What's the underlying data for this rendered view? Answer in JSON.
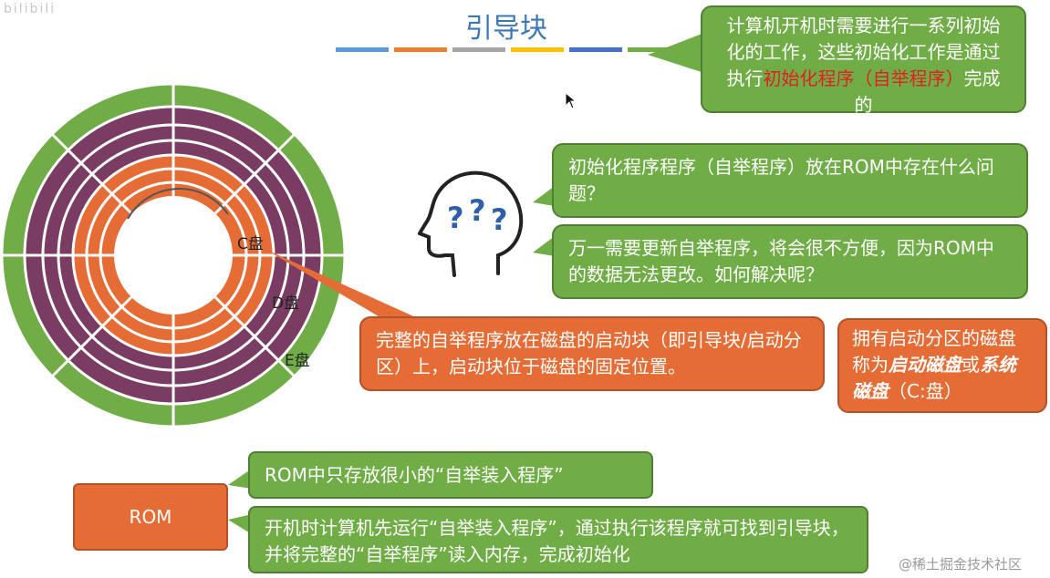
{
  "header": {
    "title": "引导块",
    "corner_mark": "bilibili",
    "color_bar": [
      "#5b9bd5",
      "#ed7d31",
      "#a5a5a5",
      "#ffc000",
      "#4472c4",
      "#70ad47"
    ]
  },
  "bubbles": {
    "intro": {
      "p1": "计算机开机时需要进行一系列初始化的工作，这些初始化工作是通过执行",
      "highlight": "初始化程序（自举程序）",
      "p2": "完成的"
    },
    "question1": "初始化程序程序（自举程序）放在ROM中存在什么问题？",
    "question2": "万一需要更新自举程序，将会很不方便，因为ROM中的数据无法更改。如何解决呢？",
    "boot_block": "完整的自举程序放在磁盘的启动块（即引导块/启动分区）上，启动块位于磁盘的固定位置。",
    "boot_disk": {
      "p1": "拥有启动分区的磁盘称为",
      "em1": "启动磁盘",
      "mid": "或",
      "em2": "系统磁盘",
      "p2": "（C:盘）"
    },
    "rom_small": "ROM中只存放很小的“自举装入程序”",
    "rom_boot": "开机时计算机先运行“自举装入程序”，通过执行该程序就可找到引导块，并将完整的“自举程序”读入内存，完成初始化"
  },
  "rom_box": {
    "label": "ROM"
  },
  "disk": {
    "c_label": "C盘",
    "d_label": "D盘",
    "e_label": "E盘"
  },
  "watermark": "@稀土掘金技术社区",
  "icons": {
    "thinking_head": "head-question-icon",
    "cursor": "mouse-cursor-icon"
  },
  "colors": {
    "green": "#70ad47",
    "orange": "#e56c35",
    "purple": "#7b3c63",
    "title_blue": "#3b78b8"
  }
}
